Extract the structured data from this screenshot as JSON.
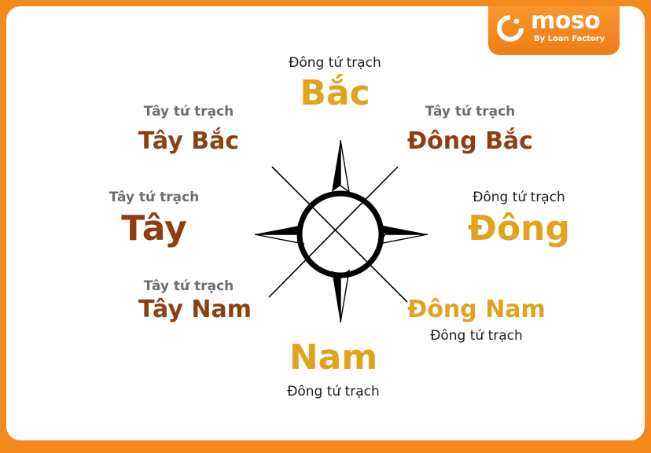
{
  "brand": {
    "name": "moso",
    "tagline": "By Loan Factory",
    "color_bg": "#f28a1e",
    "color_logo": "#ffffff"
  },
  "colors": {
    "dong_tu_trach": "#e3a21c",
    "tay_tu_trach": "#8e3f12",
    "subtitle_dark": "#1c1c1c",
    "subtitle_grey": "#6e6e6e"
  },
  "directions": {
    "bac": {
      "name": "Bắc",
      "group": "Đông tứ trạch"
    },
    "dong_bac": {
      "name": "Đông Bắc",
      "group": "Tây tứ trạch"
    },
    "dong": {
      "name": "Đông",
      "group": "Đông tứ trạch"
    },
    "dong_nam": {
      "name": "Đông Nam",
      "group": "Đông tứ trạch"
    },
    "nam": {
      "name": "Nam",
      "group": "Đông tứ trạch"
    },
    "tay_nam": {
      "name": "Tây Nam",
      "group": "Tây tứ trạch"
    },
    "tay": {
      "name": "Tây",
      "group": "Tây tứ trạch"
    },
    "tay_bac": {
      "name": "Tây Bắc",
      "group": "Tây tứ trạch"
    }
  },
  "icons": {
    "logo": "power-ring-icon",
    "center": "compass-rose-icon"
  }
}
